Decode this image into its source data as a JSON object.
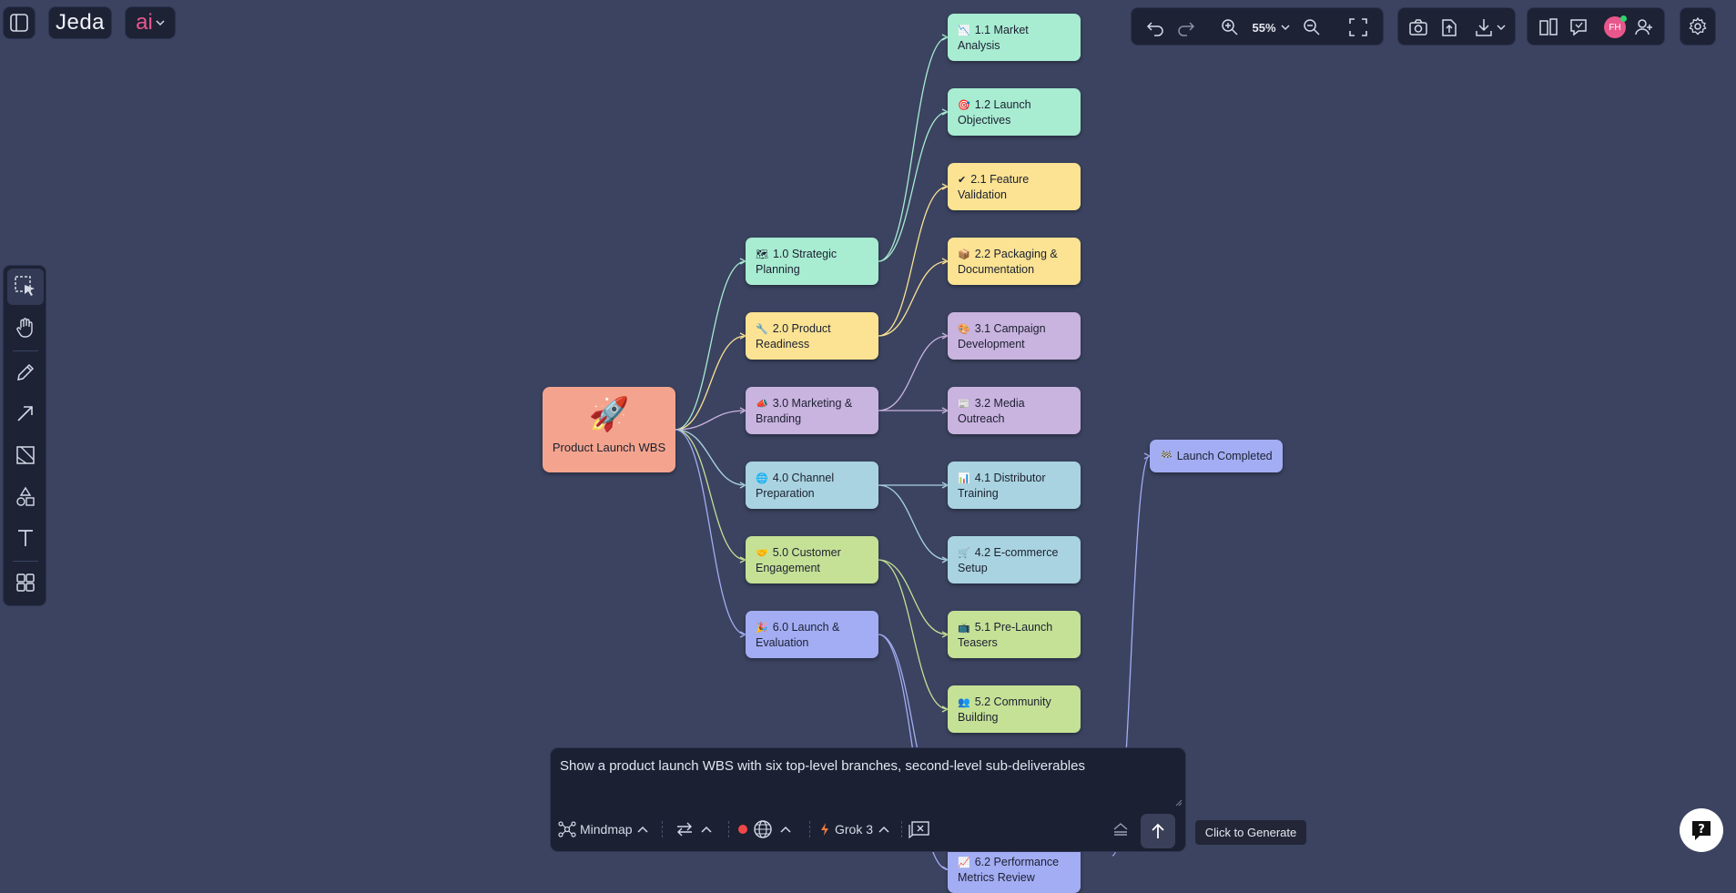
{
  "brand": {
    "logo_text": "Jeda",
    "ai_label": "ai"
  },
  "toolbar": {
    "zoom_level": "55%"
  },
  "user": {
    "initials": "FH"
  },
  "left_tools": [
    "select-icon",
    "hand-icon",
    "pen-icon",
    "arrow-icon",
    "image-icon",
    "shapes-icon",
    "text-icon",
    "grid-icon"
  ],
  "mindmap": {
    "root": {
      "emoji": "🚀",
      "label": "Product Launch WBS"
    },
    "branches": [
      {
        "emoji": "🗺",
        "line1": "1.0 Strategic",
        "line2": "Planning",
        "color": "#a8ecd2"
      },
      {
        "emoji": "🔧",
        "line1": "2.0 Product",
        "line2": "Readiness",
        "color": "#fbe393"
      },
      {
        "emoji": "📣",
        "line1": "3.0 Marketing &",
        "line2": "Branding",
        "color": "#c9b3df"
      },
      {
        "emoji": "🌐",
        "line1": "4.0 Channel",
        "line2": "Preparation",
        "color": "#a9d3e0"
      },
      {
        "emoji": "🤝",
        "line1": "5.0 Customer",
        "line2": "Engagement",
        "color": "#c5e196"
      },
      {
        "emoji": "🎉",
        "line1": "6.0 Launch &",
        "line2": "Evaluation",
        "color": "#a3adf3"
      }
    ],
    "leaves": [
      {
        "emoji": "📉",
        "line1": "1.1 Market",
        "line2": "Analysis",
        "color": "#a8ecd2"
      },
      {
        "emoji": "🎯",
        "line1": "1.2 Launch",
        "line2": "Objectives",
        "color": "#a8ecd2"
      },
      {
        "emoji": "✔",
        "line1": "2.1 Feature",
        "line2": "Validation",
        "color": "#fbe393"
      },
      {
        "emoji": "📦",
        "line1": "2.2 Packaging &",
        "line2": "Documentation",
        "color": "#fbe393"
      },
      {
        "emoji": "🎨",
        "line1": "3.1 Campaign",
        "line2": "Development",
        "color": "#c9b3df"
      },
      {
        "emoji": "📰",
        "line1": "3.2 Media",
        "line2": "Outreach",
        "color": "#c9b3df"
      },
      {
        "emoji": "📊",
        "line1": "4.1 Distributor",
        "line2": "Training",
        "color": "#a9d3e0"
      },
      {
        "emoji": "🛒",
        "line1": "4.2 E-commerce",
        "line2": "Setup",
        "color": "#a9d3e0"
      },
      {
        "emoji": "📺",
        "line1": "5.1 Pre-Launch",
        "line2": "Teasers",
        "color": "#c5e196"
      },
      {
        "emoji": "👥",
        "line1": "5.2 Community",
        "line2": "Building",
        "color": "#c5e196"
      },
      {
        "emoji": "📈",
        "line1": "6.2 Performance",
        "line2": "Metrics Review",
        "color": "#a3adf3"
      }
    ],
    "milestone": {
      "emoji": "🏁",
      "label": "Launch Completed",
      "color": "#a3adf3"
    },
    "edge_colors": [
      "#a8ecd2",
      "#fbe393",
      "#c9b3df",
      "#a9d3e0",
      "#c5e196",
      "#a3adf3"
    ]
  },
  "prompt": {
    "text": "Show a product launch WBS with six top-level branches, second-level sub-deliverables",
    "mode_label": "Mindmap",
    "model_label": "Grok 3"
  },
  "tooltip": "Click to Generate"
}
